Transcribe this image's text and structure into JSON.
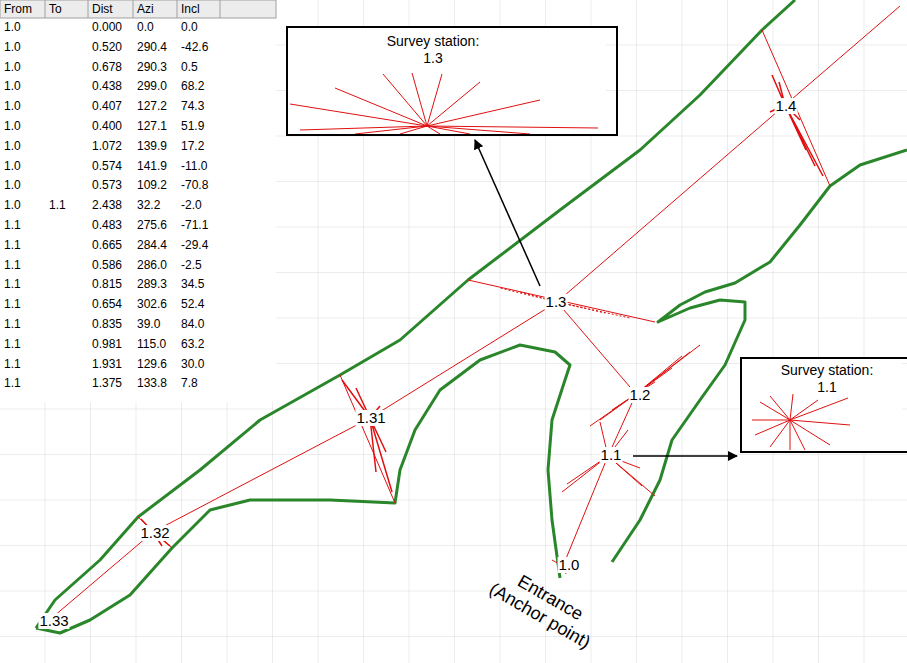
{
  "diagram": {
    "nodes": [
      {
        "text": [
          "Survey station:",
          "1.3"
        ]
      },
      {
        "text": [
          "Survey station:",
          "1.1"
        ]
      }
    ],
    "labels": [
      "From",
      "To",
      "Dist",
      "Azi",
      "Incl",
      "1.0",
      "0.000",
      "0.0",
      "0.0",
      "1.0",
      "0.520",
      "290.4",
      "-42.6",
      "1.0",
      "0.678",
      "290.3",
      "0.5",
      "1.0",
      "0.438",
      "299.0",
      "68.2",
      "1.0",
      "0.407",
      "127.2",
      "74.3",
      "1.0",
      "0.400",
      "127.1",
      "51.9",
      "1.0",
      "1.072",
      "139.9",
      "17.2",
      "1.0",
      "0.574",
      "141.9",
      "-11.0",
      "1.0",
      "0.573",
      "109.2",
      "-70.8",
      "1.0",
      "1.1",
      "2.438",
      "32.2",
      "-2.0",
      "1.1",
      "0.483",
      "275.6",
      "-71.1",
      "1.1",
      "0.665",
      "284.4",
      "-29.4",
      "1.1",
      "0.586",
      "286.0",
      "-2.5",
      "1.1",
      "0.815",
      "289.3",
      "34.5",
      "1.1",
      "0.654",
      "302.6",
      "52.4",
      "1.1",
      "0.835",
      "39.0",
      "84.0",
      "1.1",
      "0.981",
      "115.0",
      "63.2",
      "1.1",
      "1.931",
      "129.6",
      "30.0",
      "1.1",
      "1.375",
      "133.8",
      "7.8",
      "1.0",
      "1.1",
      "1.2",
      "1.3",
      "1.4",
      "1.31",
      "1.32",
      "1.33",
      "Entrance (Anchor point)"
    ]
  }
}
